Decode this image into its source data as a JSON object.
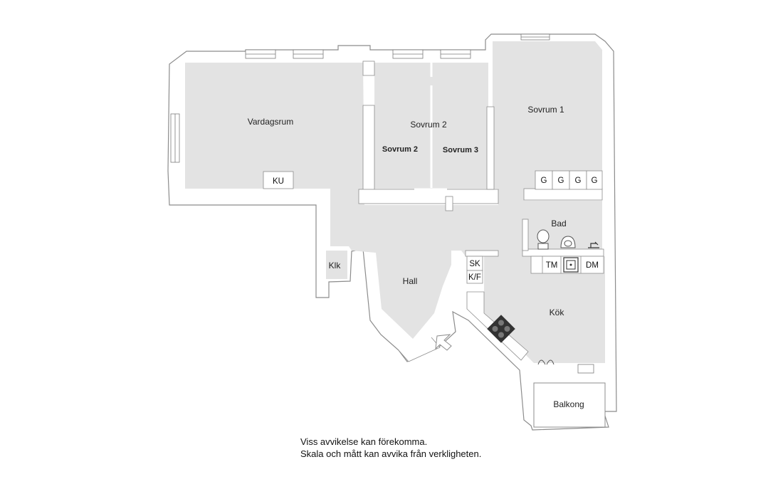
{
  "rooms": {
    "vardagsrum": "Vardagsrum",
    "sovrum2_top": "Sovrum 2",
    "sovrum2_left": "Sovrum 2",
    "sovrum3": "Sovrum 3",
    "sovrum1": "Sovrum 1",
    "bad": "Bad",
    "hall": "Hall",
    "klk": "Klk",
    "kok": "Kök",
    "balkong": "Balkong"
  },
  "fixtures": {
    "ku": "KU",
    "wardrobes": [
      "G",
      "G",
      "G",
      "G"
    ],
    "sk": "SK",
    "kf": "K/F",
    "tm": "TM",
    "dm": "DM"
  },
  "colors": {
    "floor": "#e3e3e3",
    "wall_fill": "#ffffff",
    "wall_stroke": "#8c8c8c"
  },
  "disclaimer": {
    "line1": "Viss avvikelse kan förekomma.",
    "line2": "Skala och mått kan avvika från verkligheten."
  }
}
